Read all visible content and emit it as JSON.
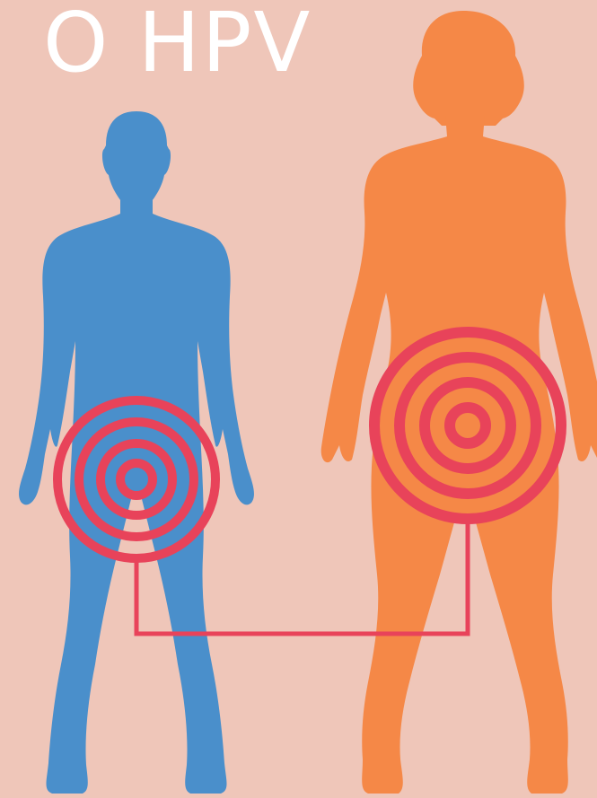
{
  "title": "O HPV",
  "colors": {
    "background": "#efc6b9",
    "male_figure": "#4a8fcb",
    "female_figure": "#f58847",
    "target_rings": "#e8435a",
    "title_text": "#ffffff"
  },
  "figures": [
    {
      "icon": "male-silhouette-icon"
    },
    {
      "icon": "female-silhouette-icon"
    }
  ],
  "targets": [
    {
      "icon": "concentric-target-icon",
      "ring_count": 4
    },
    {
      "icon": "concentric-target-icon",
      "ring_count": 4
    }
  ],
  "connector": {
    "icon": "transmission-link-line"
  }
}
